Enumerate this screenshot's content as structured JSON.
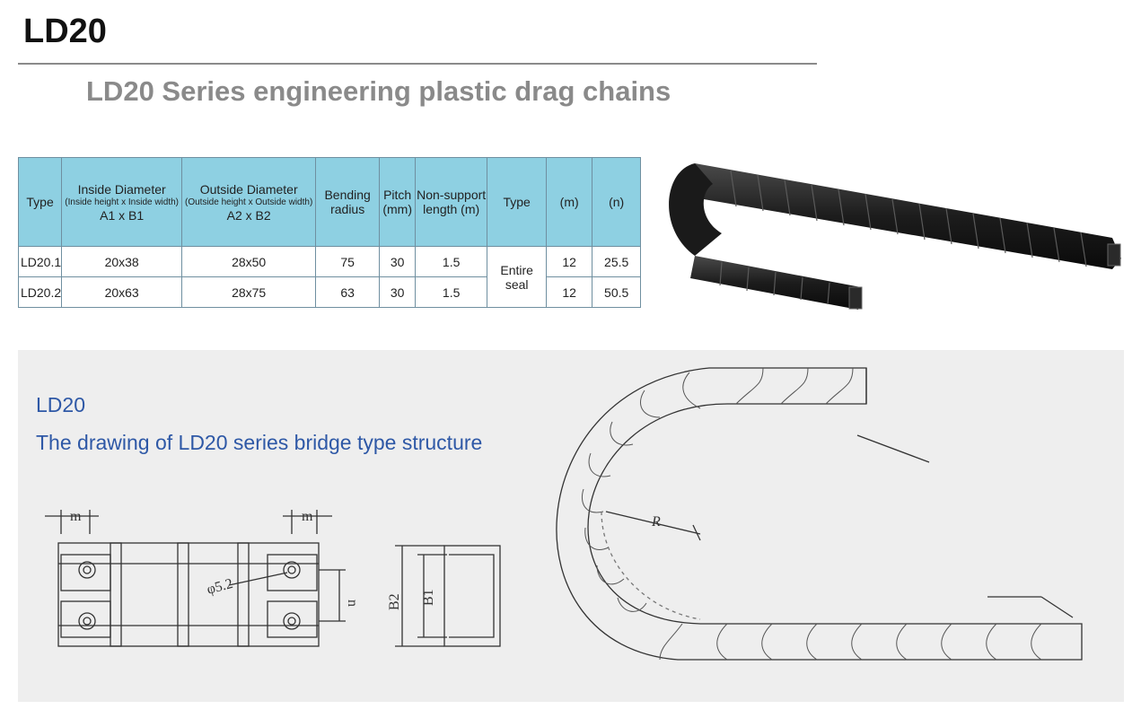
{
  "header": {
    "title": "LD20",
    "subtitle": "LD20 Series engineering plastic drag chains"
  },
  "table": {
    "headers": {
      "type": "Type",
      "inside_main": "Inside Diameter",
      "inside_small": "(Inside height x Inside width)",
      "inside_formula": "A1 x B1",
      "outside_main": "Outside Diameter",
      "outside_small": "(Outside height x Outside width)",
      "outside_formula": "A2 x B2",
      "bending_1": "Bending",
      "bending_2": "radius",
      "pitch_1": "Pitch",
      "pitch_2": "(mm)",
      "nonsupport_1": "Non-support",
      "nonsupport_2": "length (m)",
      "type2": "Type",
      "m": "(m)",
      "n": "(n)"
    },
    "rows": [
      {
        "type": "LD20.1",
        "inside": "20x38",
        "outside": "28x50",
        "bending": "75",
        "pitch": "30",
        "nonsupport": "1.5",
        "m": "12",
        "n": "25.5"
      },
      {
        "type": "LD20.2",
        "inside": "20x63",
        "outside": "28x75",
        "bending": "63",
        "pitch": "30",
        "nonsupport": "1.5",
        "m": "12",
        "n": "50.5"
      }
    ],
    "seal_type": "Entire seal"
  },
  "drawing": {
    "heading": "LD20",
    "caption": "The drawing of LD20 series bridge type structure",
    "labels": {
      "m": "m",
      "n": "n",
      "hole": "φ5.2",
      "b1": "B1",
      "b2": "B2",
      "radius": "R"
    }
  }
}
